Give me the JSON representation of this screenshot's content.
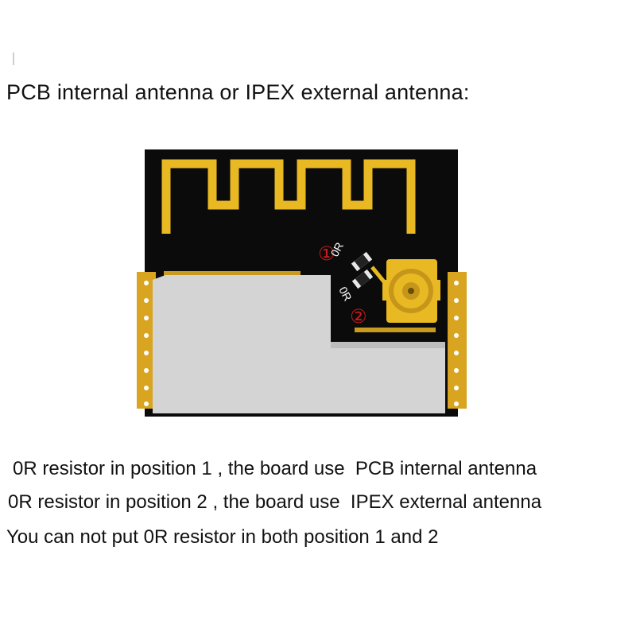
{
  "heading": "PCB internal antenna or IPEX external antenna:",
  "figure": {
    "position_1_marker": "①",
    "position_2_marker": "②",
    "resistor_label_1": "0R",
    "resistor_label_2": "0R",
    "colors": {
      "board": "#0b0b0b",
      "copper": "#e8b923",
      "shield": "#d4d4d4",
      "marker": "#d01818"
    }
  },
  "notes": [
    "0R resistor in position 1 , the board use  PCB internal antenna",
    "0R resistor in position 2 , the board use  IPEX external antenna",
    "You can not put 0R resistor in both position 1 and 2"
  ]
}
